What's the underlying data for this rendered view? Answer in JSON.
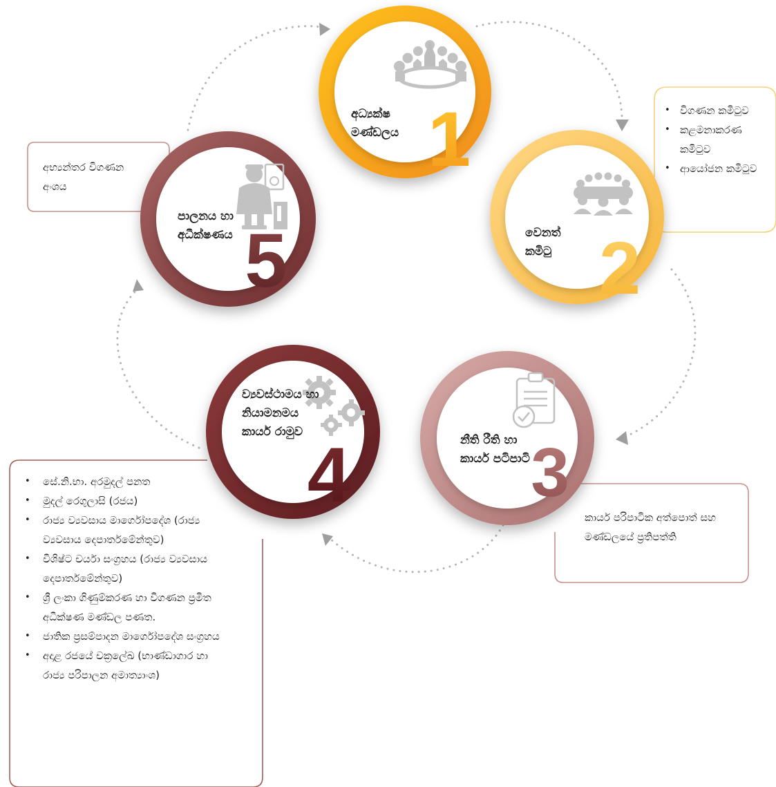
{
  "stages": [
    {
      "id": "1",
      "number": "1",
      "label": "අධ්‍යක්ෂ මණ්ඩලය",
      "icon": "boardroom-meeting-icon"
    },
    {
      "id": "2",
      "number": "2",
      "label": "වෙනත් කමිටු",
      "icon": "team-group-icon"
    },
    {
      "id": "3",
      "number": "3",
      "label": "නීති රීති හා කාර්ය පටිපාටි",
      "icon": "checklist-clipboard-icon"
    },
    {
      "id": "4",
      "number": "4",
      "label": "ව්‍යවස්ථාමය හා නියාමනමය කාර්ය රාමුව",
      "icon": "gears-icon"
    },
    {
      "id": "5",
      "number": "5",
      "label": "පාලනය හා අධීක්ෂණය",
      "icon": "supervisor-icon"
    }
  ],
  "boxes": {
    "committees": {
      "items": [
        "විගණන කමිටුව",
        "කළමනාකරණ කමිටුව",
        "ආයෝජන කමිටුව"
      ]
    },
    "internal_audit": {
      "text": "අභ්‍යන්තර විගණන අංශය"
    },
    "procedures": {
      "text": "කාර්ය පරිපාටික අත්පොත් සහ මණ්ඩලයේ ප්‍රතිපත්ති"
    },
    "framework": {
      "items": [
        "සේ.නි.භා. අරමුදල් පනත",
        "මුදල් රෙගුලාසි (රජය)",
        "රාජ්‍ය ව්‍යවසාය මාර්ගෝපදේශ (රාජ්‍ය ව්‍යවසාය දෙපාර්තමේන්තුව)",
        "විශිෂ්ට චර්යා සංග්‍රහය (රාජ්‍ය ව්‍යවසාය දෙපාර්තමේන්තුව)",
        "ශ්‍රී ලංකා ගිණුම්කරණ හා විගණන ප්‍රමිත අධීක්ෂණ මණ්ඩල පණත.",
        "ජාතික ප්‍රසම්පාදන මාර්ගෝපදේශ සංග්‍රහය",
        "අදාළ රජයේ චක්‍රලේඛ (භාණ්ඩාගාර හා රාජ්‍ය පරිපාලන අමාත්‍යාංශ)"
      ]
    }
  },
  "colors": {
    "stage1": "#f6a623",
    "stage2": "#fbc75a",
    "stage3": "#c4908f",
    "stage4": "#7a2e30",
    "stage5": "#8e4a4b",
    "icon_gray": "#c2c2c2",
    "dots": "#b4b4b4",
    "box_gold": "#f5d27c",
    "box_maroon": "#c48f8d",
    "box_brown": "#a35b57"
  }
}
